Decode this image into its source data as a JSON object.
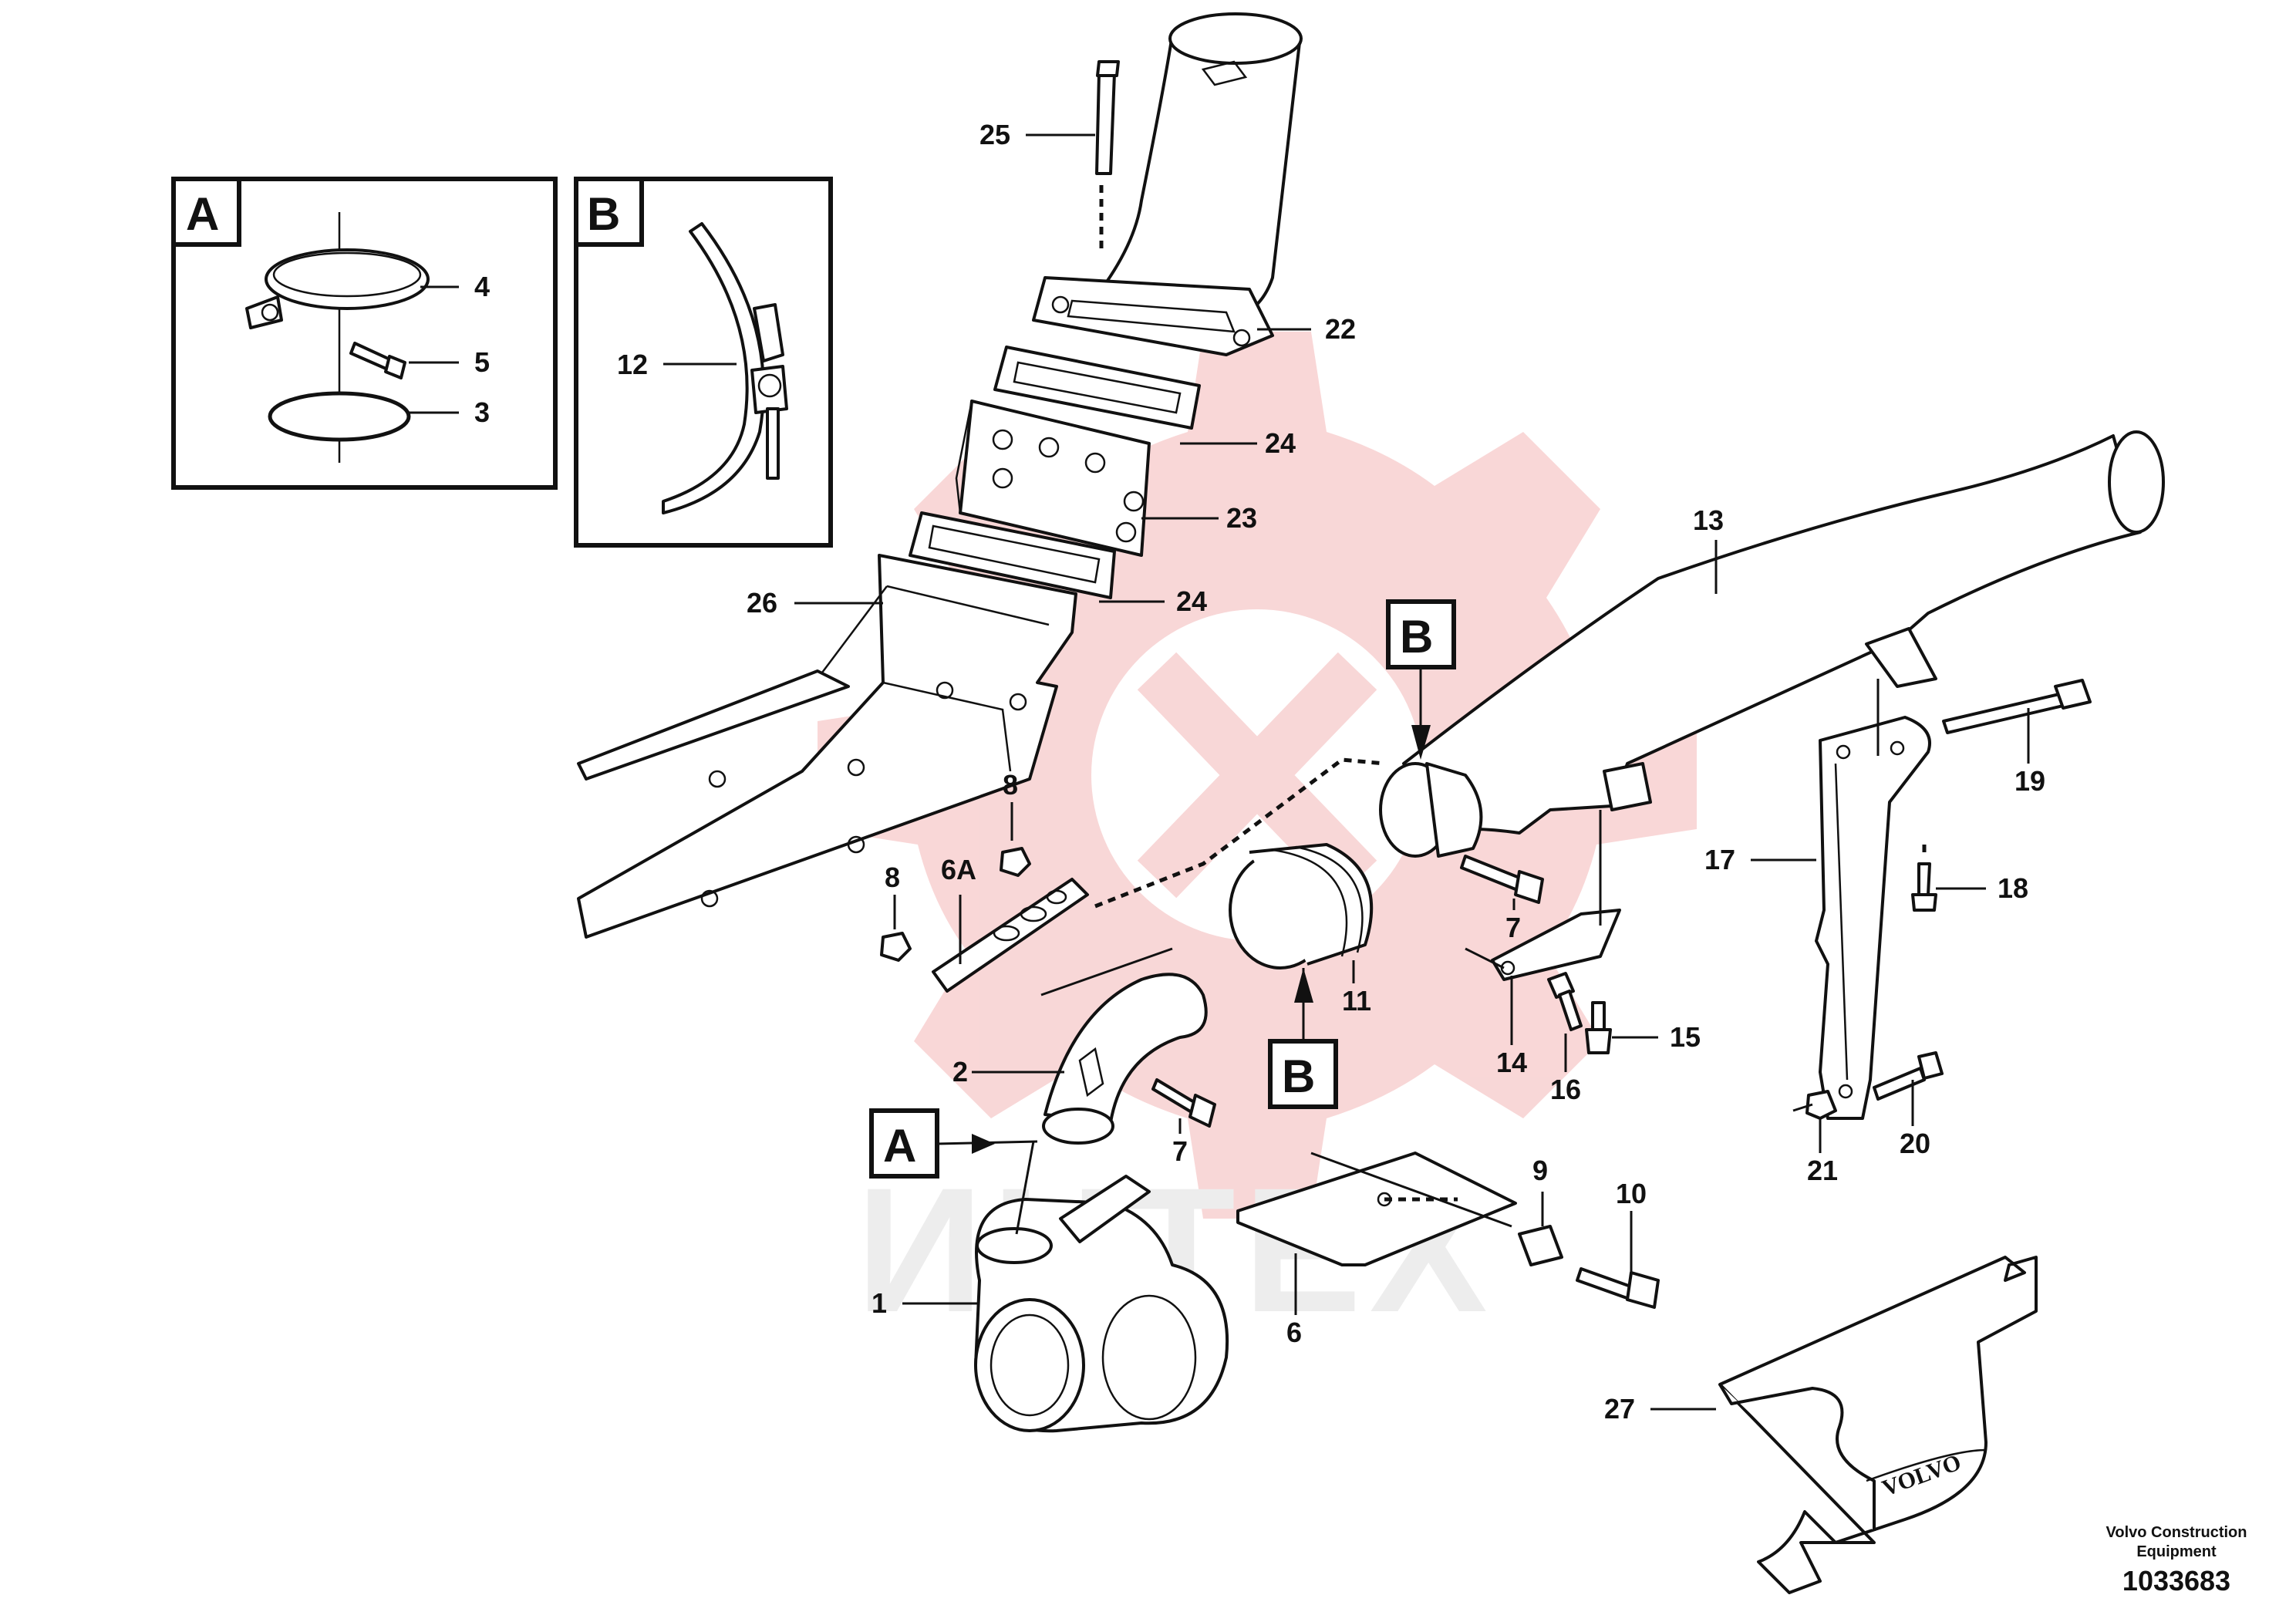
{
  "callouts": {
    "c1": "1",
    "c2": "2",
    "c3": "3",
    "c4": "4",
    "c5": "5",
    "c6": "6",
    "c6a": "6A",
    "c7a": "7",
    "c7b": "7",
    "c8a": "8",
    "c8b": "8",
    "c9": "9",
    "c10": "10",
    "c11": "11",
    "c12": "12",
    "c13": "13",
    "c14": "14",
    "c15": "15",
    "c16": "16",
    "c17": "17",
    "c18": "18",
    "c19": "19",
    "c20": "20",
    "c21": "21",
    "c22": "22",
    "c23": "23",
    "c24a": "24",
    "c24b": "24",
    "c25": "25",
    "c26": "26",
    "c27": "27"
  },
  "view_markers": {
    "inset_a": "A",
    "inset_b": "B",
    "pointer_a": "A",
    "pointer_b_upper": "B",
    "pointer_b_lower": "B"
  },
  "footer": {
    "maker_line1": "Volvo Construction",
    "maker_line2": "Equipment",
    "drawing_number": "1033683"
  },
  "shield_brand": "VOLVO",
  "watermark": {
    "text": "ИНТЕХ",
    "color": "#f2c4c4"
  }
}
